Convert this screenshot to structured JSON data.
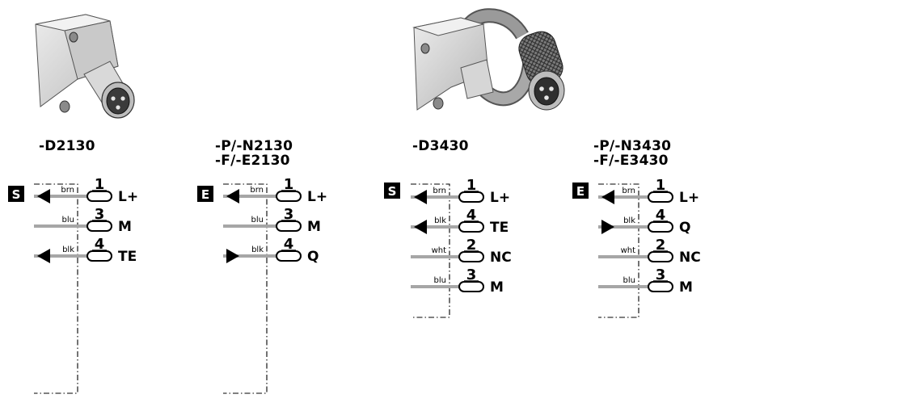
{
  "variants": [
    {
      "title_line1": "-D2130",
      "title_line2": "",
      "badge": "S",
      "pins": [
        {
          "wire": "brn",
          "pin": "1",
          "signal": "L+",
          "arrow": "in"
        },
        {
          "wire": "blu",
          "pin": "3",
          "signal": "M",
          "arrow": "none"
        },
        {
          "wire": "blk",
          "pin": "4",
          "signal": "TE",
          "arrow": "in"
        }
      ]
    },
    {
      "title_line1": "-P/-N2130",
      "title_line2": "-F/-E2130",
      "badge": "E",
      "pins": [
        {
          "wire": "brn",
          "pin": "1",
          "signal": "L+",
          "arrow": "in"
        },
        {
          "wire": "blu",
          "pin": "3",
          "signal": "M",
          "arrow": "none"
        },
        {
          "wire": "blk",
          "pin": "4",
          "signal": "Q",
          "arrow": "out"
        }
      ]
    },
    {
      "title_line1": "-D3430",
      "title_line2": "",
      "badge": "S",
      "pins": [
        {
          "wire": "brn",
          "pin": "1",
          "signal": "L+",
          "arrow": "in"
        },
        {
          "wire": "blk",
          "pin": "4",
          "signal": "TE",
          "arrow": "in"
        },
        {
          "wire": "wht",
          "pin": "2",
          "signal": "NC",
          "arrow": "none"
        },
        {
          "wire": "blu",
          "pin": "3",
          "signal": "M",
          "arrow": "none"
        }
      ]
    },
    {
      "title_line1": "-P/-N3430",
      "title_line2": "-F/-E3430",
      "badge": "E",
      "pins": [
        {
          "wire": "brn",
          "pin": "1",
          "signal": "L+",
          "arrow": "in"
        },
        {
          "wire": "blk",
          "pin": "4",
          "signal": "Q",
          "arrow": "out"
        },
        {
          "wire": "wht",
          "pin": "2",
          "signal": "NC",
          "arrow": "none"
        },
        {
          "wire": "blu",
          "pin": "3",
          "signal": "M",
          "arrow": "none"
        }
      ]
    }
  ],
  "colors": {
    "wire": "#a6a6a6",
    "housing": "#d2d2d2",
    "ink": "#000000"
  }
}
